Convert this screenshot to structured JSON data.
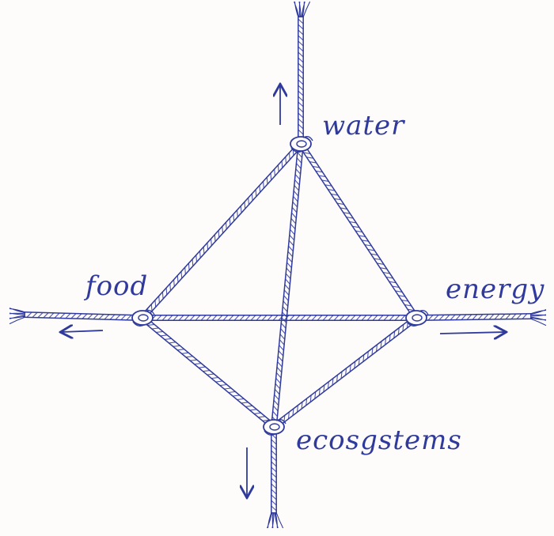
{
  "diagram": {
    "nodes": {
      "water": {
        "label": "water"
      },
      "food": {
        "label": "food"
      },
      "energy": {
        "label": "energy"
      },
      "ecosystems": {
        "label": "ecosgstems"
      }
    },
    "edges": [
      [
        "water",
        "food"
      ],
      [
        "water",
        "energy"
      ],
      [
        "water",
        "ecosystems"
      ],
      [
        "food",
        "energy"
      ],
      [
        "food",
        "ecosystems"
      ],
      [
        "energy",
        "ecosystems"
      ]
    ],
    "ink_color": "#2f3a9c"
  }
}
